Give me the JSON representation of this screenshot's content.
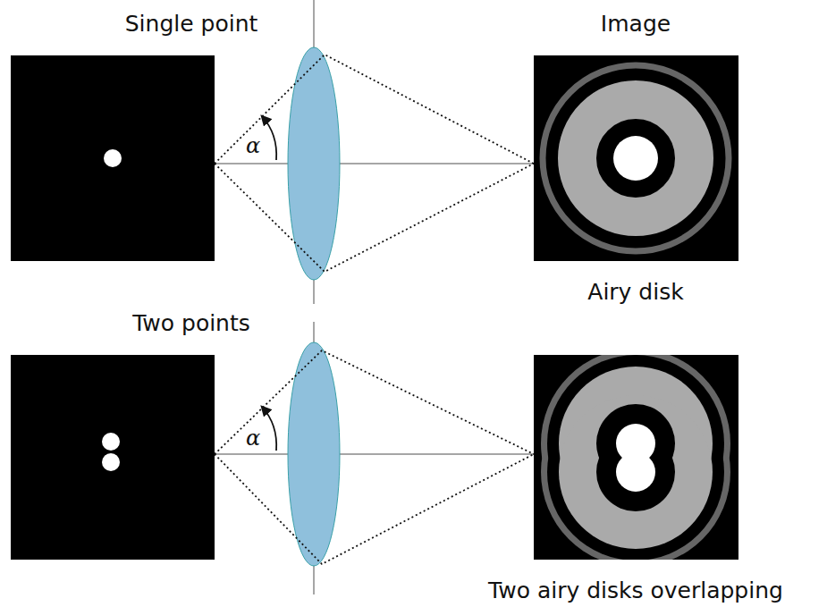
{
  "diagram": {
    "nodes": [
      {
        "text": [
          "Single point"
        ]
      },
      {
        "text": [
          "Image",
          "Airy disk"
        ]
      },
      {
        "text": [
          "Two points"
        ]
      },
      {
        "text": [
          "Two airy disks overlapping"
        ]
      }
    ],
    "labels": [
      "α",
      "α"
    ]
  }
}
